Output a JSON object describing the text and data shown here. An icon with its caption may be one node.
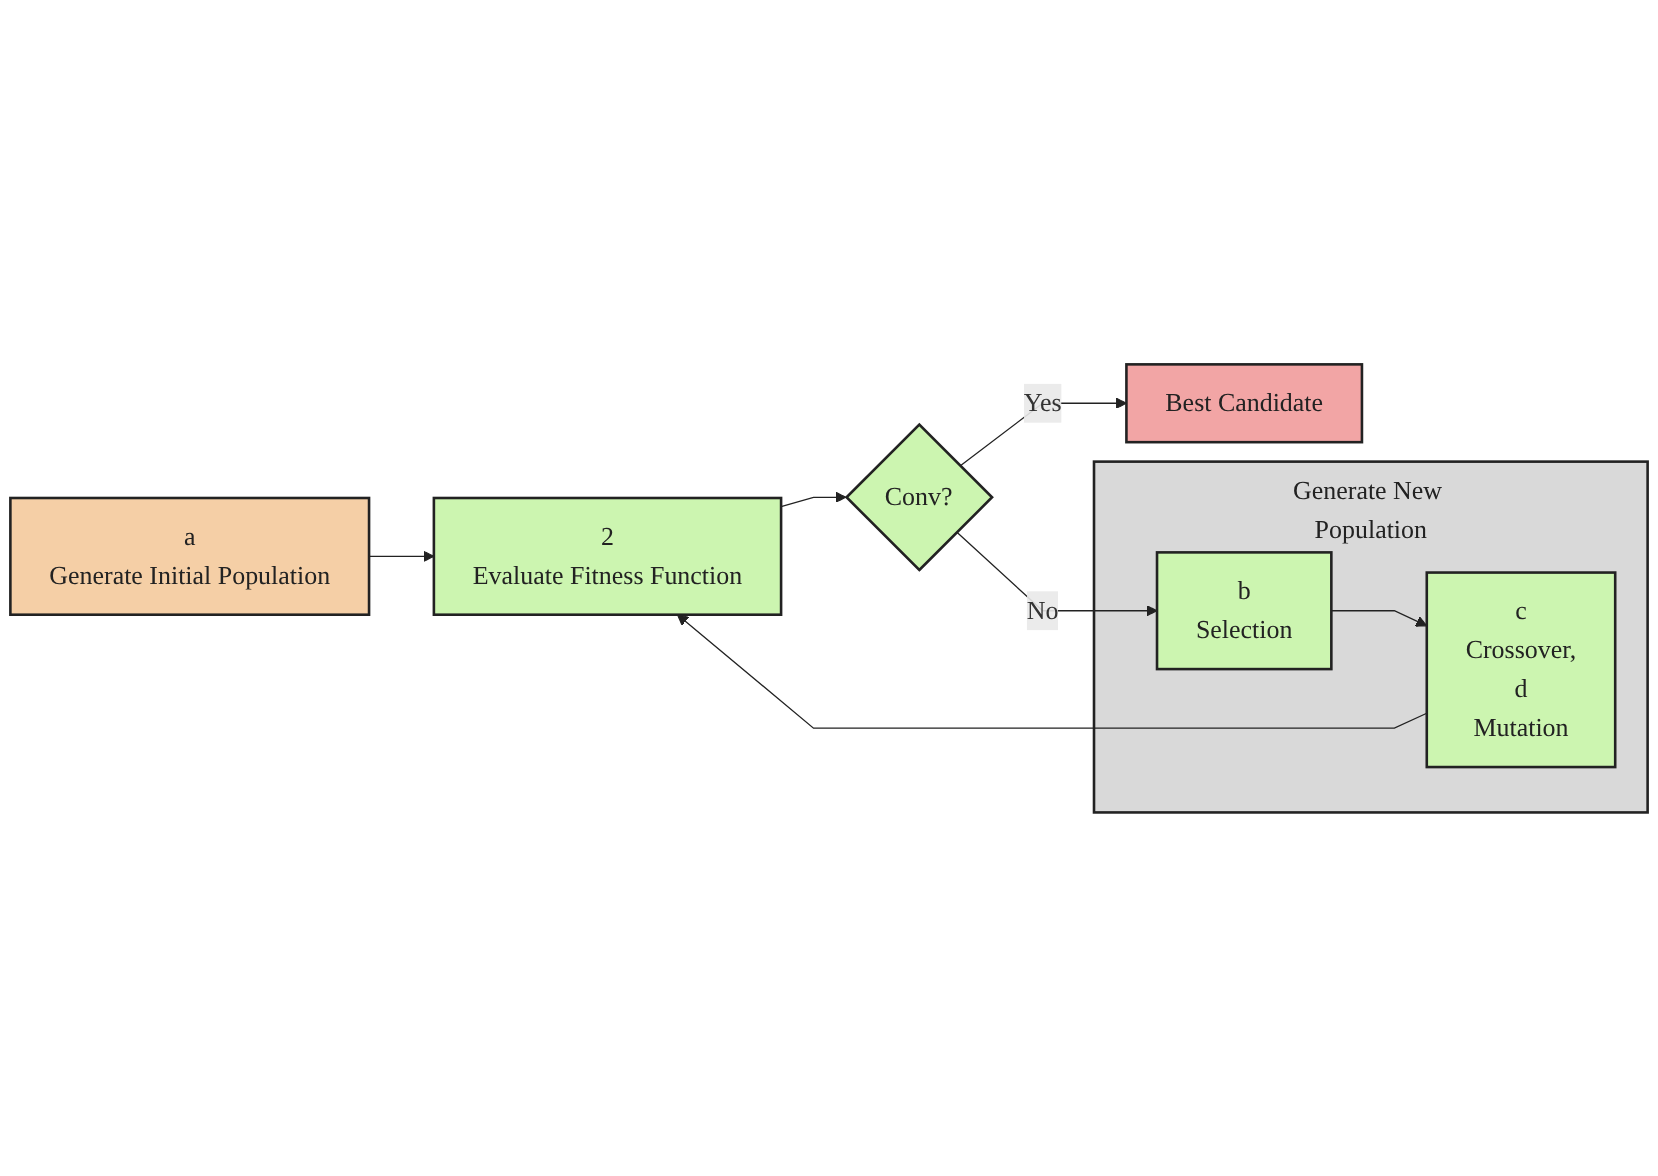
{
  "diagram": {
    "nodes": [
      {
        "text": [
          "a",
          "Generate Initial Population"
        ]
      },
      {
        "text": [
          "2",
          "Evaluate Fitness Function"
        ]
      },
      {
        "text": [
          "Conv?"
        ]
      },
      {
        "text": [
          "Best Candidate"
        ]
      },
      {
        "text": [
          "Generate New Population"
        ]
      },
      {
        "text": [
          "b",
          "Selection"
        ],
        "in": 4
      },
      {
        "text": [
          "c",
          "Crossover,",
          "d",
          "Mutation"
        ],
        "in": 4
      }
    ],
    "edges": [
      {
        "from": 0,
        "to": 1,
        "arrow": "to"
      },
      {
        "from": 1,
        "to": 2,
        "arrow": "to"
      },
      {
        "from": 2,
        "to": 3,
        "arrow": "to",
        "label": "Yes"
      },
      {
        "from": 2,
        "to": 5,
        "arrow": "to",
        "label": "No"
      },
      {
        "from": 5,
        "to": 6,
        "arrow": "to"
      },
      {
        "from": 6,
        "to": 1,
        "arrow": "to"
      }
    ]
  }
}
